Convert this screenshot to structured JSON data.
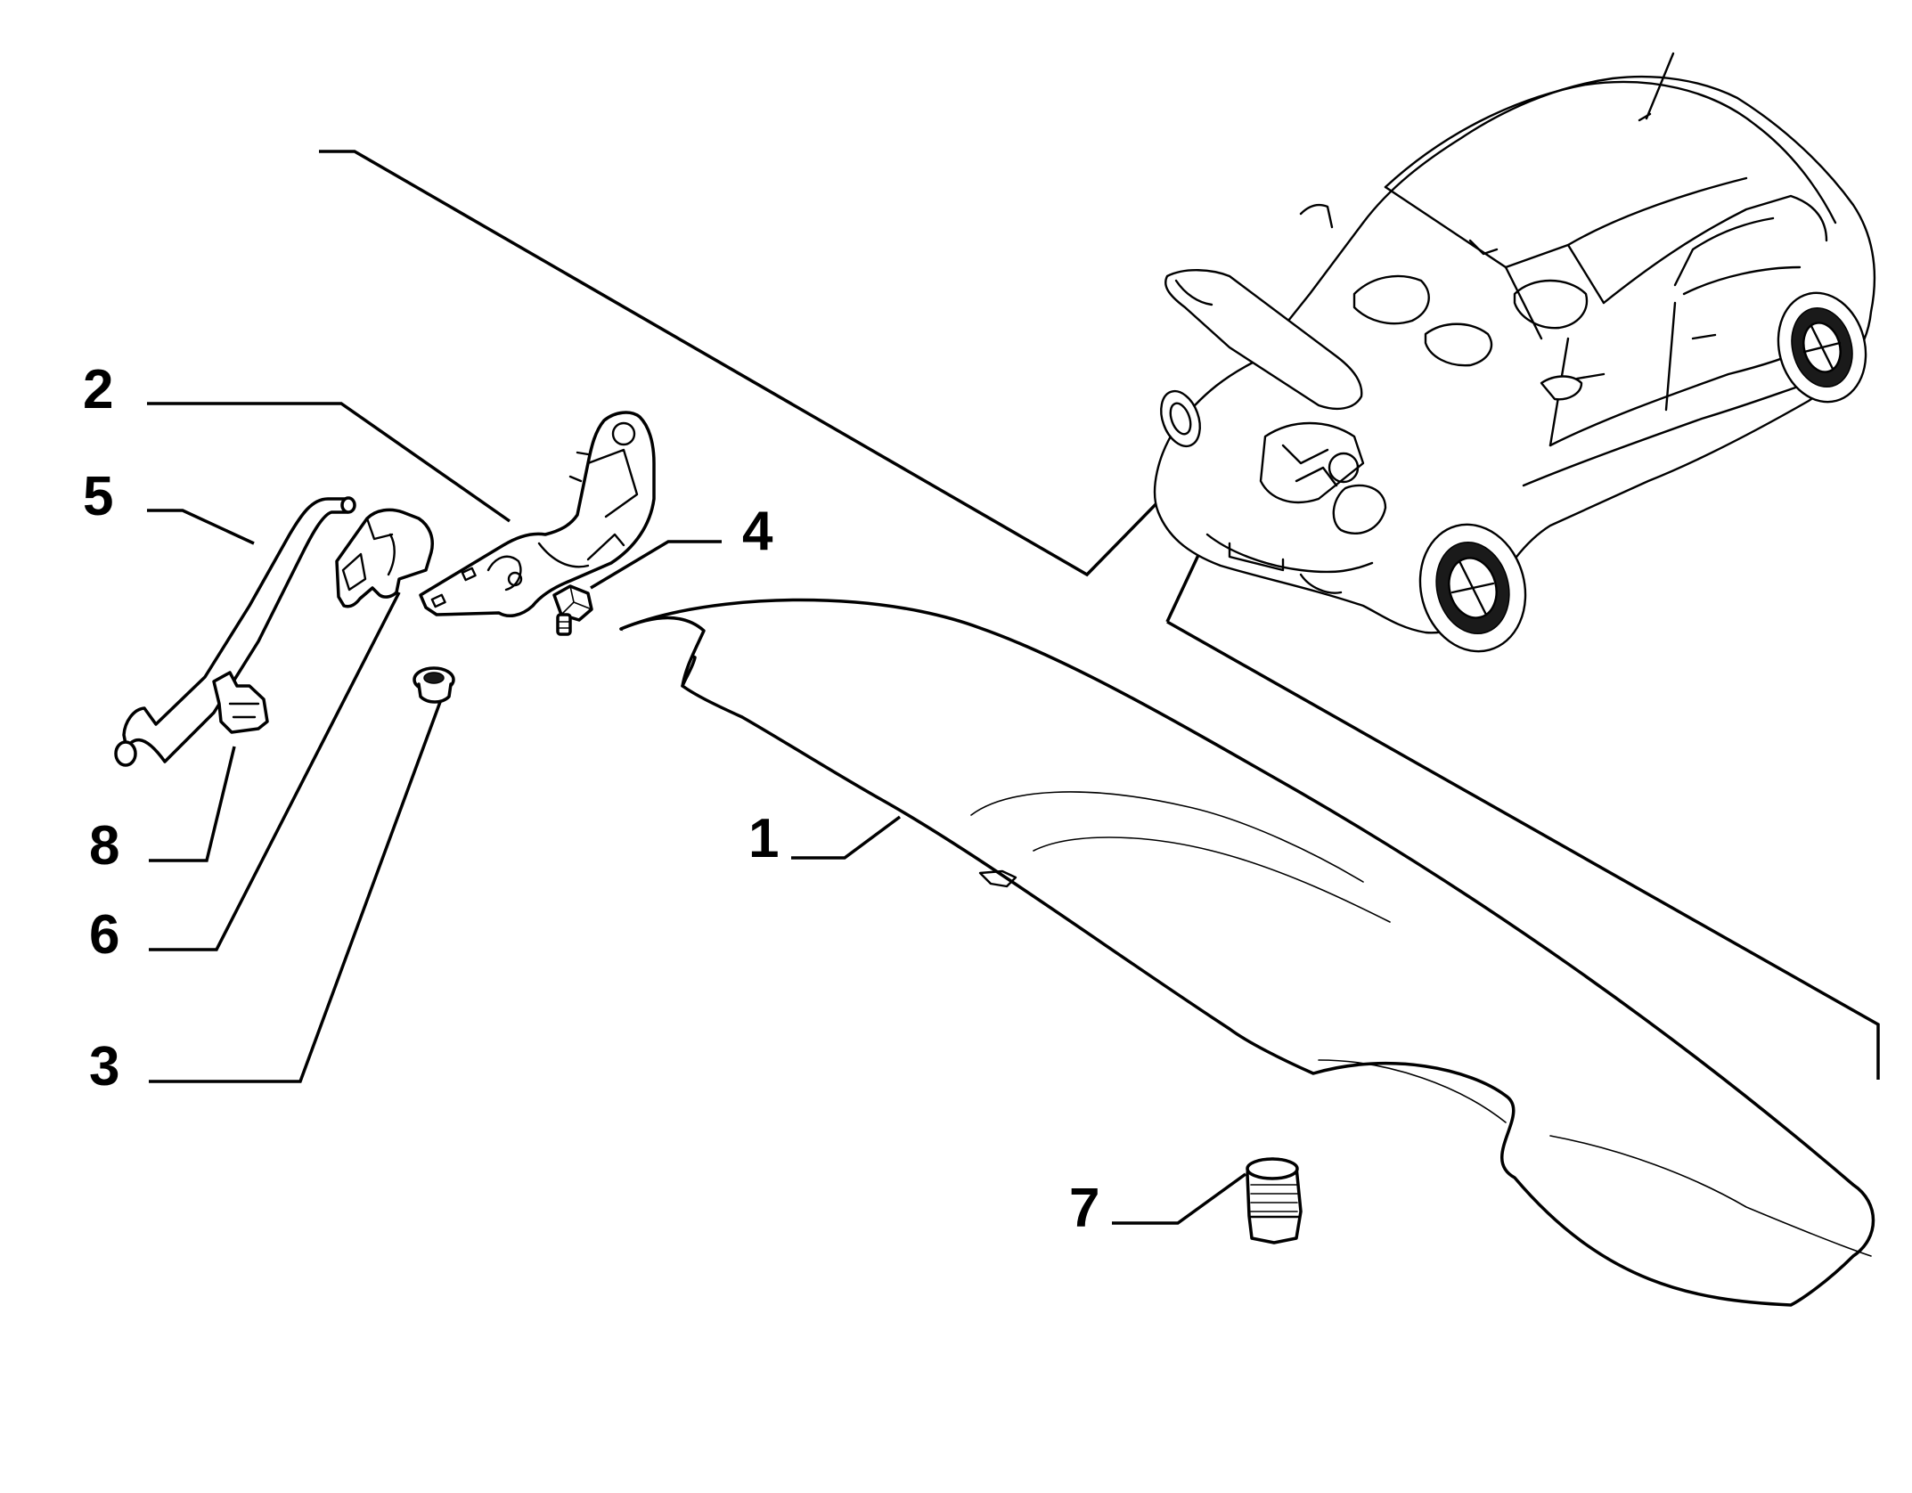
{
  "diagram": {
    "callouts": [
      {
        "id": "1",
        "label": "1"
      },
      {
        "id": "2",
        "label": "2"
      },
      {
        "id": "3",
        "label": "3"
      },
      {
        "id": "4",
        "label": "4"
      },
      {
        "id": "5",
        "label": "5"
      },
      {
        "id": "6",
        "label": "6"
      },
      {
        "id": "7",
        "label": "7"
      },
      {
        "id": "8",
        "label": "8"
      }
    ],
    "parts": [
      {
        "callout": "1",
        "icon": "hood-panel-icon"
      },
      {
        "callout": "2",
        "icon": "hood-hinge-icon"
      },
      {
        "callout": "3",
        "icon": "grommet-icon"
      },
      {
        "callout": "4",
        "icon": "bolt-icon"
      },
      {
        "callout": "5",
        "icon": "hood-prop-rod-icon"
      },
      {
        "callout": "6",
        "icon": "rod-bracket-icon"
      },
      {
        "callout": "7",
        "icon": "rubber-stop-icon"
      },
      {
        "callout": "8",
        "icon": "retaining-clip-icon"
      }
    ],
    "reference_icon": "car-open-hood-icon"
  }
}
